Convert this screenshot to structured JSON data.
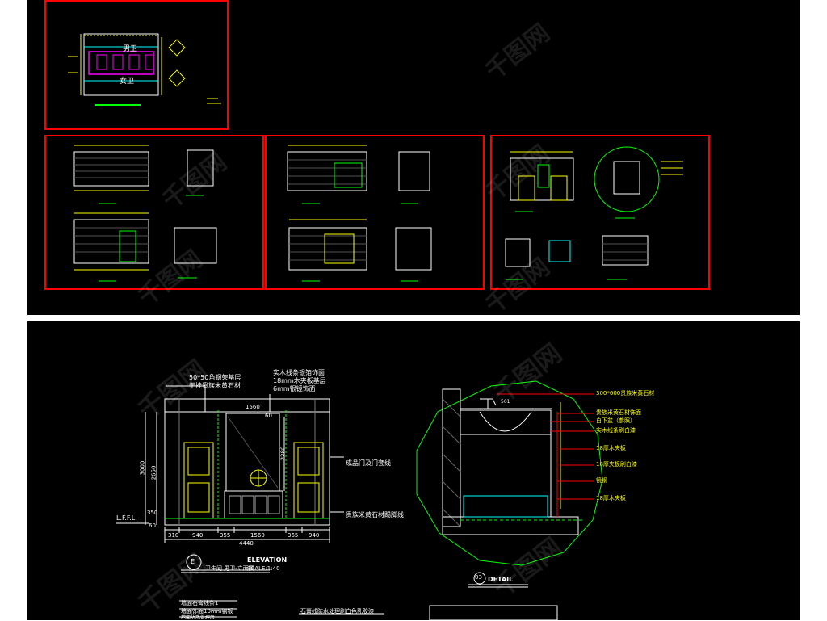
{
  "watermark": {
    "text": "千图网"
  },
  "sheet_plan": {
    "male_wc": "男卫",
    "female_wc": "女卫"
  },
  "elevation": {
    "title": "ELEVATION",
    "subtitle": "卫生间 男卫-立面图",
    "scale": "SCALE:1:40",
    "marker": "E",
    "level_label": "L.F.F.L.",
    "notes_left": [
      "50*50角钢架基层",
      "干挂贵族米黄石材"
    ],
    "notes_right": [
      "实木线条银箔饰面",
      "18mm木夹板基层",
      "6mm银镜饰面"
    ],
    "side_notes": [
      "成品门及门套线",
      "贵族米黄石材踢脚线"
    ],
    "dim_top": [
      "1560",
      "60"
    ],
    "dim_heights": [
      "3000",
      "2650",
      "2280",
      "350",
      "60"
    ],
    "dim_bottom": [
      "310",
      "940",
      "355",
      "1560",
      "365",
      "940"
    ],
    "dim_total": "4440",
    "notes_bottom": [
      "墙面石膏线条1",
      "墙面饰面10mm钢板",
      "地面防水处理层"
    ],
    "notes_bottom_right": [
      "石膏线防水处理刷白色乳胶漆"
    ]
  },
  "detail": {
    "title": "DETAIL",
    "marker": "03",
    "dim": "501",
    "notes": [
      "300*600贵族米黄石材",
      "贵族米黄石材饰面",
      "白下盆（参照）",
      "实木线条刷白漆",
      "18厚木夹板",
      "18厚夹板刷白漆",
      "镜钢",
      "18厚木夹板"
    ]
  },
  "colors": {
    "bg": "#000000",
    "frame": "#ff0000",
    "dim": "#ffff00",
    "line": "#ffffff",
    "green": "#00ff00",
    "cyan": "#00ffff",
    "magenta": "#ff00ff"
  }
}
